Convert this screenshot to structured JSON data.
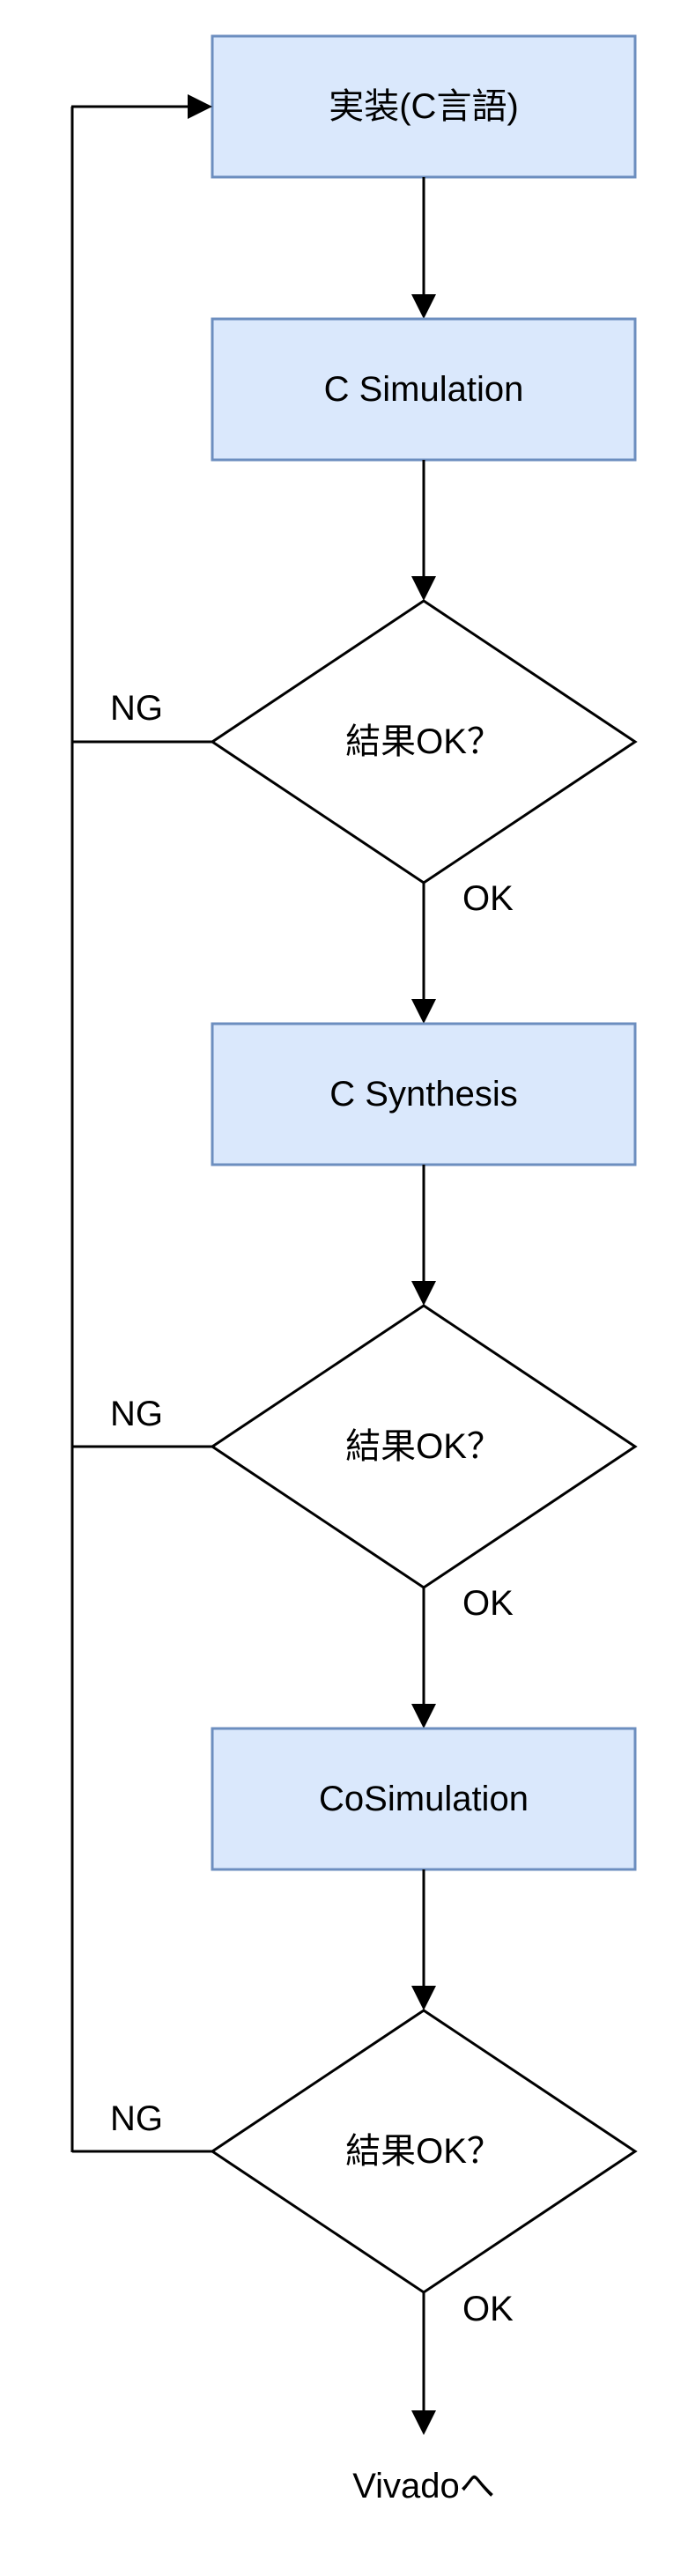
{
  "nodes": {
    "implement": "実装(C言語)",
    "csim": "C Simulation",
    "check1": "結果OK？",
    "csynth": "C Synthesis",
    "check2": "結果OK？",
    "cosim": "CoSimulation",
    "check3": "結果OK？",
    "end": "Vivadoへ"
  },
  "edges": {
    "ng1": "NG",
    "ok1": "OK",
    "ng2": "NG",
    "ok2": "OK",
    "ng3": "NG",
    "ok3": "OK"
  },
  "colors": {
    "process_fill": "#dae8fc",
    "process_stroke": "#6c8ebf",
    "line": "#000000"
  }
}
